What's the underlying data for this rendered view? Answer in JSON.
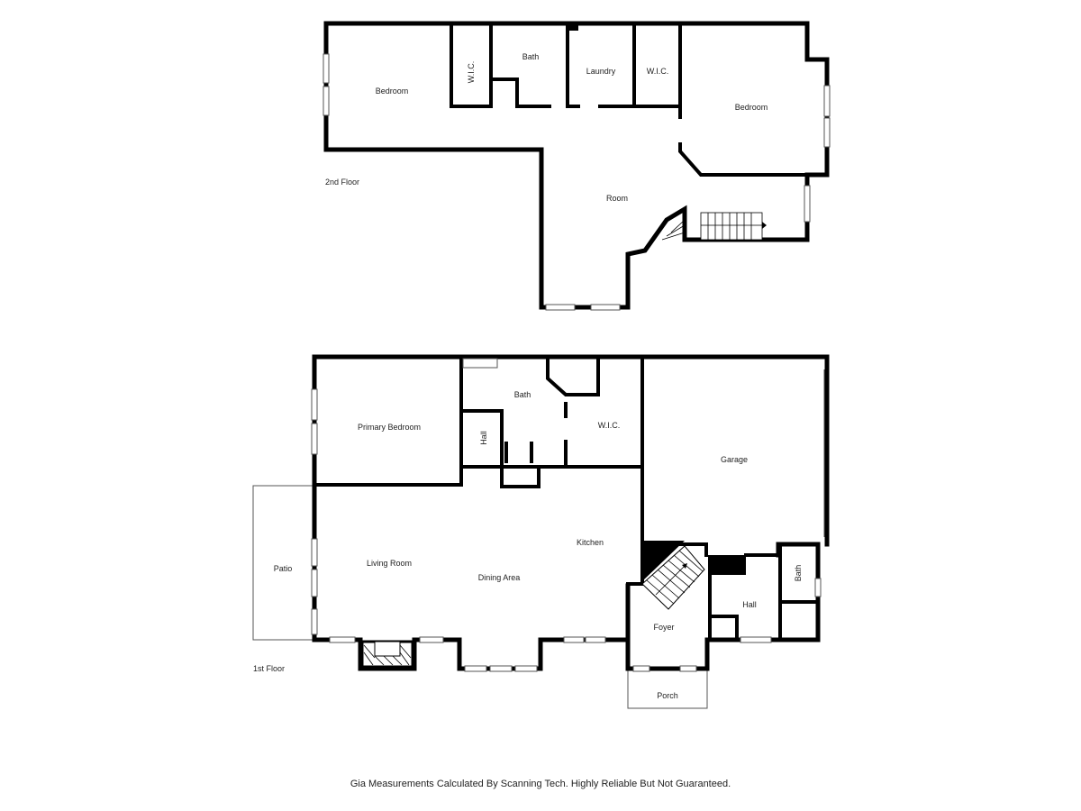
{
  "floors": {
    "second": {
      "label": "2nd Floor",
      "rooms": {
        "bedroom_left": "Bedroom",
        "wic_left": "W.I.C.",
        "bath": "Bath",
        "laundry": "Laundry",
        "wic_right": "W.I.C.",
        "bedroom_right": "Bedroom",
        "room": "Room"
      }
    },
    "first": {
      "label": "1st Floor",
      "rooms": {
        "primary_bedroom": "Primary Bedroom",
        "bath": "Bath",
        "hall_left": "Hall",
        "wic": "W.I.C.",
        "garage": "Garage",
        "kitchen": "Kitchen",
        "living_room": "Living Room",
        "dining_area": "Dining Area",
        "patio": "Patio",
        "foyer": "Foyer",
        "porch": "Porch",
        "hall_right": "Hall",
        "bath_right": "Bath"
      }
    }
  },
  "footer": {
    "disclaimer": "Gia Measurements Calculated By Scanning Tech. Highly Reliable But Not Guaranteed."
  },
  "colors": {
    "wall": "#000000",
    "background": "#ffffff",
    "outline": "#555555"
  }
}
